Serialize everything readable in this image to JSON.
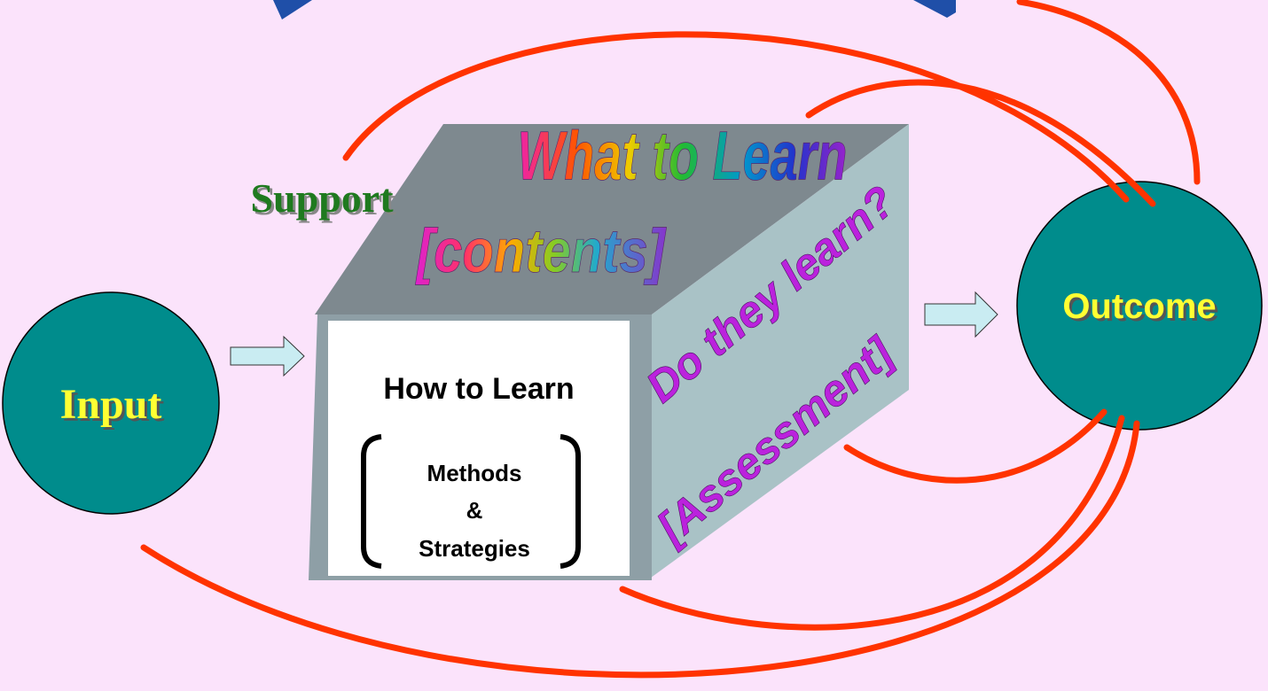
{
  "diagram": {
    "support_label": "Support",
    "input_label": "Input",
    "outcome_label": "Outcome",
    "what_to_learn": "What to Learn",
    "contents": "[contents]",
    "do_they_learn": "Do they learn?",
    "assessment": "[Assessment]",
    "how_to_learn": "How to Learn",
    "methods": "Methods",
    "ampersand": "&",
    "strategies": "Strategies"
  },
  "colors": {
    "background": "#fbe3fb",
    "circle_fill": "#008c8c",
    "feedback_arrow": "#ff3300",
    "label_yellow": "#ffff33",
    "support_green": "#1f7a1f",
    "wordart_purple": "#bb22dd",
    "top_bars_blue": "#1f4fa8",
    "box_top": "#7e898f",
    "box_side": "#a9c2c6",
    "box_front": "#8e9fa6",
    "box_front_panel": "#ffffff",
    "flow_arrow": "#c9ecf2"
  }
}
